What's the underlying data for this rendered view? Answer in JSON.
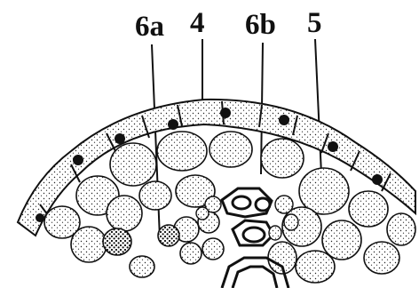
{
  "labels": {
    "l6a": "6a",
    "l4": "4",
    "l6b": "6b",
    "l5": "5"
  },
  "colors": {
    "ink": "#111111",
    "paper": "#ffffff"
  }
}
